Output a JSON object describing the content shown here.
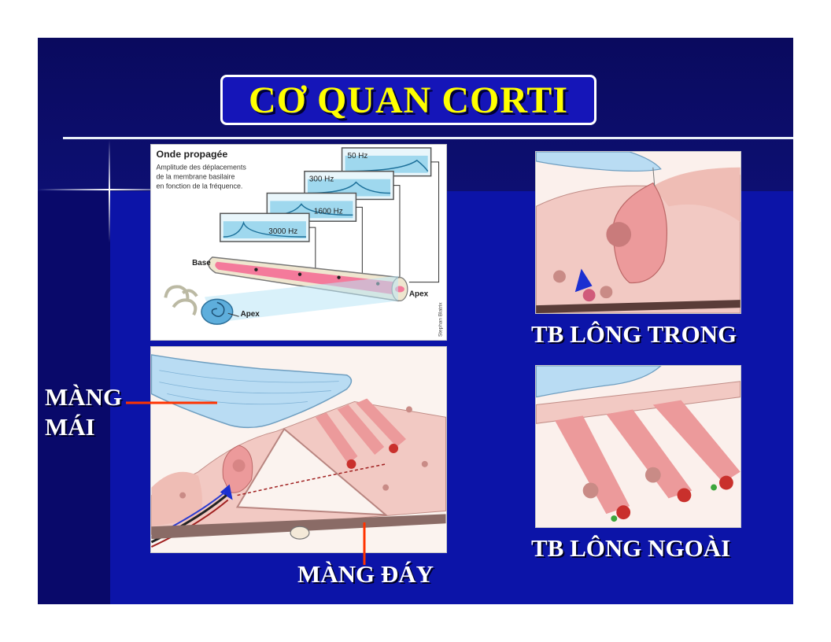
{
  "title": "CƠ QUAN CORTI",
  "wave_panel": {
    "heading": "Onde propagée",
    "caption_line1": "Amplitude des déplacements",
    "caption_line2": "de la membrane basilaire",
    "caption_line3": "en fonction de la fréquence.",
    "freq_50": "50 Hz",
    "freq_300": "300 Hz",
    "freq_1600": "1600 Hz",
    "freq_3000": "3000 Hz",
    "base_label": "Base",
    "apex_label_tube": "Apex",
    "apex_label_cochlea": "Apex",
    "credit": "Stephan Blatrix"
  },
  "labels": {
    "inner_hair_cells": "TB LÔNG TRONG",
    "outer_hair_cells": "TB LÔNG NGOÀI",
    "tectorial_line1": "MÀNG",
    "tectorial_line2": "MÁI",
    "basilar_membrane": "MÀNG ĐÁY"
  },
  "colors": {
    "slide_bg": "#0c14a8",
    "title_text": "#ffff00",
    "pointer_line": "#ff3300"
  }
}
